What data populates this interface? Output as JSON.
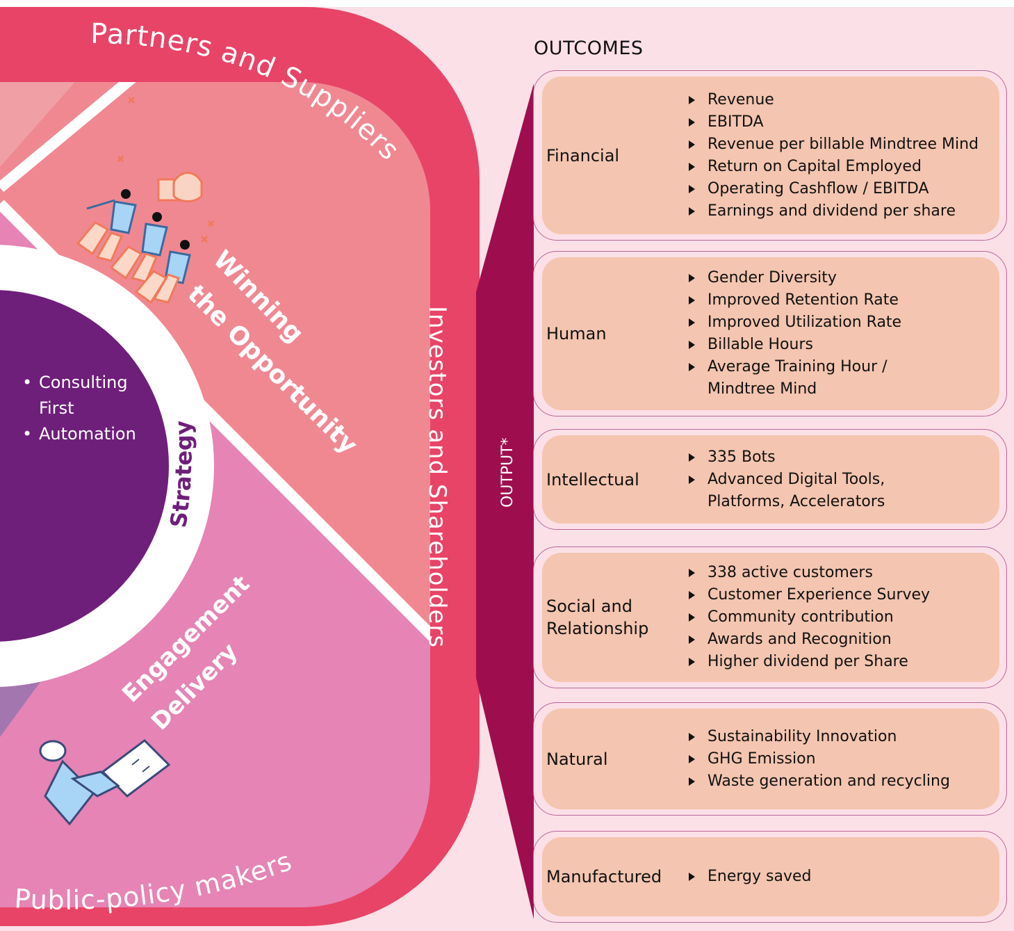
{
  "outer_ring": {
    "top_label": "Partners and Suppliers",
    "right_label": "Investors and Shareholders",
    "bottom_label": "Public-policy makers"
  },
  "segments": {
    "winning_line1": "Winning",
    "winning_line2": "the Opportunity",
    "engagement_line1": "Engagement",
    "engagement_line2": "Delivery",
    "strategy": "Strategy"
  },
  "core": {
    "items": [
      "Consulting\nFirst",
      "Automation"
    ]
  },
  "output_label": "OUTPUT*",
  "outcomes": {
    "title": "OUTCOMES",
    "cards": [
      {
        "name": "Financial",
        "items": [
          "Revenue",
          "EBITDA",
          "Revenue per billable Mindtree Mind",
          "Return on Capital Employed",
          "Operating Cashflow / EBITDA",
          "Earnings and dividend per share"
        ]
      },
      {
        "name": "Human",
        "items": [
          "Gender Diversity",
          "Improved Retention Rate",
          "Improved Utilization Rate",
          "Billable Hours",
          "Average Training Hour /\nMindtree Mind"
        ]
      },
      {
        "name": "Intellectual",
        "items": [
          "335 Bots",
          "Advanced Digital Tools,\nPlatforms, Accelerators"
        ]
      },
      {
        "name": "Social and\nRelationship",
        "items": [
          "338 active customers",
          "Customer Experience Survey",
          "Community contribution",
          "Awards and Recognition",
          "Higher dividend per Share"
        ]
      },
      {
        "name": "Natural",
        "items": [
          "Sustainability Innovation",
          "GHG Emission",
          "Waste generation and recycling"
        ]
      },
      {
        "name": "Manufactured",
        "items": [
          "Energy saved"
        ]
      }
    ]
  },
  "colors": {
    "page_bg": "#fce0e8",
    "outer_ring": "#e84467",
    "winning_segment": "#f08892",
    "engagement_segment": "#e584b5",
    "strategy_core": "#6e1f7a",
    "output_band": "#9e0e4f",
    "card_fill": "#f4c5b0",
    "card_border": "#b9669a"
  },
  "icons": [
    "team-trophy-icon",
    "hand-delivery-icon"
  ]
}
